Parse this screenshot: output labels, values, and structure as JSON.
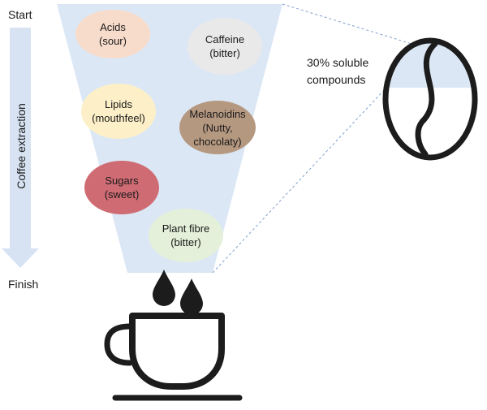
{
  "labels": {
    "start": "Start",
    "finish": "Finish",
    "axis": "Coffee extraction",
    "soluble_line1": "30% soluble",
    "soluble_line2": "compounds"
  },
  "compounds": [
    {
      "line1": "Acids",
      "line2": "(sour)",
      "color": "#f8dccb"
    },
    {
      "line1": "Caffeine",
      "line2": "(bitter)",
      "color": "#e9e9ea"
    },
    {
      "line1": "Lipids",
      "line2": "(mouthfeel)",
      "color": "#fdf0c8"
    },
    {
      "line1": "Melanoidins",
      "line2": "(Nutty,",
      "line3": "chocolaty)",
      "color": "#b59880"
    },
    {
      "line1": "Sugars",
      "line2": "(sweet)",
      "color": "#cf6b73"
    },
    {
      "line1": "Plant fibre",
      "line2": "(bitter)",
      "color": "#e4f0da"
    }
  ],
  "colors": {
    "funnel": "#dbe7f5",
    "arrow": "#d7e3f3",
    "icon": "#1c1c1c",
    "dashed": "#7f9fcf"
  },
  "icons": [
    "coffee-bean-icon",
    "coffee-drop-icon",
    "coffee-cup-icon"
  ]
}
